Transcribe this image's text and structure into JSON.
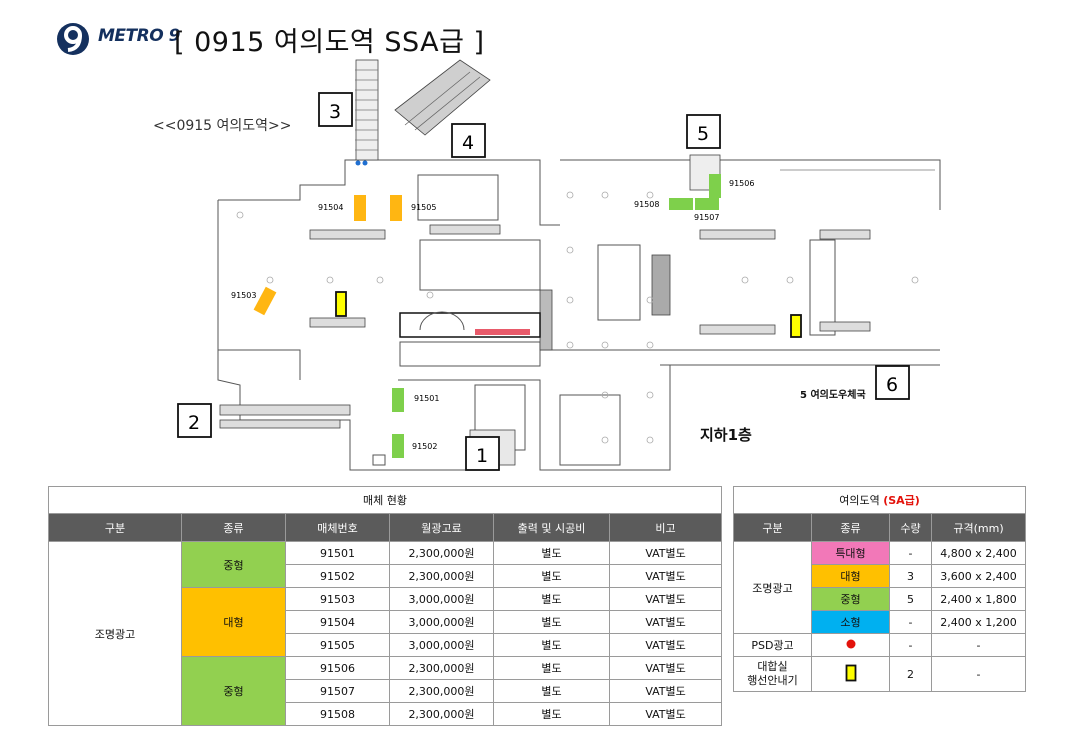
{
  "header": {
    "brand": "METRO 9",
    "title": "[ 0915  여의도역 SSA급 ]"
  },
  "map": {
    "station_label": "<<0915  여의도역>>",
    "floor_label": "지하1층",
    "callouts": [
      "1",
      "2",
      "3",
      "4",
      "5",
      "6"
    ],
    "ad_ids": [
      "91501",
      "91502",
      "91503",
      "91504",
      "91505",
      "91506",
      "91507",
      "91508"
    ],
    "post_office": "5 여의도우체국",
    "colors": {
      "medium": "#7ed04b",
      "large": "#ffb612",
      "psd": "#e3120b",
      "guide": "#ffff00"
    }
  },
  "media_table": {
    "caption": "매체 현황",
    "headers": [
      "구분",
      "종류",
      "매체번호",
      "월광고료",
      "출력 및 시공비",
      "비고"
    ],
    "category": "조명광고",
    "groups": [
      {
        "type": "중형",
        "color": "#92d050"
      },
      {
        "type": "대형",
        "color": "#ffc000"
      },
      {
        "type": "중형",
        "color": "#92d050"
      }
    ],
    "rows": [
      {
        "id": "91501",
        "fee": "2,300,000원",
        "cost": "별도",
        "note": "VAT별도"
      },
      {
        "id": "91502",
        "fee": "2,300,000원",
        "cost": "별도",
        "note": "VAT별도"
      },
      {
        "id": "91503",
        "fee": "3,000,000원",
        "cost": "별도",
        "note": "VAT별도"
      },
      {
        "id": "91504",
        "fee": "3,000,000원",
        "cost": "별도",
        "note": "VAT별도"
      },
      {
        "id": "91505",
        "fee": "3,000,000원",
        "cost": "별도",
        "note": "VAT별도"
      },
      {
        "id": "91506",
        "fee": "2,300,000원",
        "cost": "별도",
        "note": "VAT별도"
      },
      {
        "id": "91507",
        "fee": "2,300,000원",
        "cost": "별도",
        "note": "VAT별도"
      },
      {
        "id": "91508",
        "fee": "2,300,000원",
        "cost": "별도",
        "note": "VAT별도"
      }
    ]
  },
  "station_table": {
    "caption_name": "여의도역 ",
    "caption_grade": "(SA급)",
    "headers": [
      "구분",
      "종류",
      "수량",
      "규격(mm)"
    ],
    "category_lighting": "조명광고",
    "lighting_rows": [
      {
        "type": "특대형",
        "color": "#f278b8",
        "qty": "-",
        "spec": "4,800 x 2,400"
      },
      {
        "type": "대형",
        "color": "#ffc000",
        "qty": "3",
        "spec": "3,600 x 2,400"
      },
      {
        "type": "중형",
        "color": "#92d050",
        "qty": "5",
        "spec": "2,400 x 1,800"
      },
      {
        "type": "소형",
        "color": "#00b0f0",
        "qty": "-",
        "spec": "2,400 x 1,200"
      }
    ],
    "psd": {
      "label": "PSD광고",
      "qty": "-",
      "spec": "-"
    },
    "guide": {
      "label_line1": "대합실",
      "label_line2": "행선안내기",
      "qty": "2",
      "spec": "-"
    }
  }
}
